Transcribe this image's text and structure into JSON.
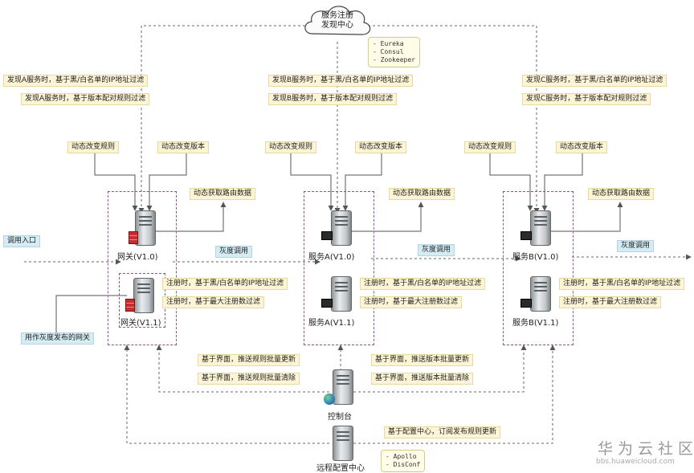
{
  "registry": {
    "title": "服务注册\n发现中心",
    "title_line1": "服务注册",
    "title_line2": "发现中心",
    "options": [
      "- Eureka",
      "- Consul",
      "- Zookeeper"
    ]
  },
  "config_center": {
    "title": "远程配置中心",
    "options": [
      "- Apollo",
      "- DisConf"
    ]
  },
  "console": {
    "title": "控制台"
  },
  "gateway": {
    "discover_ip": "发现A服务时，基于黑/白名单的IP地址过滤",
    "discover_version": "发现A服务时，基于版本配对规则过滤",
    "change_rule": "动态改变规则",
    "change_version": "动态改变版本",
    "fetch_route": "动态获取路由数据",
    "node_main": "网关(V1.0)",
    "node_gray": "网关(V1.1)",
    "register_ip": "注册时，基于黑/白名单的IP地址过滤",
    "register_max": "注册时，基于最大注册数过滤",
    "entry": "调用入口",
    "gray_gateway_note": "用作灰度发布的网关"
  },
  "service_a": {
    "discover_ip": "发现B服务时，基于黑/白名单的IP地址过滤",
    "discover_version": "发现B服务时，基于版本配对规则过滤",
    "change_rule": "动态改变规则",
    "change_version": "动态改变版本",
    "fetch_route": "动态获取路由数据",
    "node_main": "服务A(V1.0)",
    "node_gray": "服务A(V1.1)",
    "register_ip": "注册时，基于黑/白名单的IP地址过滤",
    "register_max": "注册时，基于最大注册数过滤"
  },
  "service_b": {
    "discover_ip": "发现C服务时，基于黑/白名单的IP地址过滤",
    "discover_version": "发现C服务时，基于版本配对规则过滤",
    "change_rule": "动态改变规则",
    "change_version": "动态改变版本",
    "fetch_route": "动态获取路由数据",
    "node_main": "服务B(V1.0)",
    "node_gray": "服务B(V1.1)",
    "register_ip": "注册时，基于黑/白名单的IP地址过滤",
    "register_max": "注册时，基于最大注册数过滤"
  },
  "calls": {
    "gray_call_1": "灰度调用",
    "gray_call_2": "灰度调用",
    "gray_call_3": "灰度调用"
  },
  "console_actions": {
    "push_rule_update": "基于界面，推送规则批量更新",
    "push_rule_clear": "基于界面，推送规则批量清除",
    "push_version_update": "基于界面，推送版本批量更新",
    "push_version_clear": "基于界面，推送版本批量清除",
    "subscribe_rule": "基于配置中心，订阅发布规则更新"
  },
  "watermark": {
    "title": "华为云社区",
    "url": "bbs.huaweicloud.com"
  },
  "colors": {
    "yellow_label": "#fdf5d6",
    "blue_label": "#d6ecf4",
    "dashed_box": "#8a5a8a",
    "line": "#555555"
  }
}
